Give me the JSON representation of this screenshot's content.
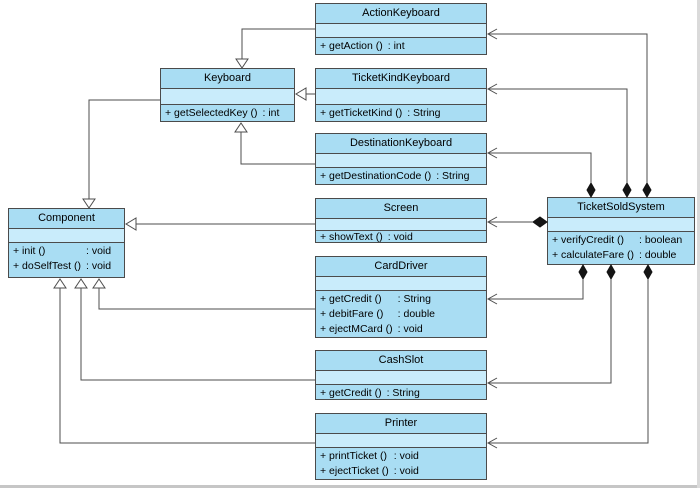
{
  "diagram": {
    "background": "#ffffff",
    "box_border_color": "#4b4b4b",
    "title_fill": "#a9ddf3",
    "attrs_fill": "#c9ecfb",
    "line_color": "#4d4d4d",
    "composition_diamond_color": "#141414"
  },
  "classes": [
    {
      "name": "ActionKeyboard",
      "methods": [
        {
          "name": "+ getAction ()",
          "type": ": int"
        }
      ]
    },
    {
      "name": "Keyboard",
      "methods": [
        {
          "name": "+ getSelectedKey ()",
          "type": ": int"
        }
      ]
    },
    {
      "name": "TicketKindKeyboard",
      "methods": [
        {
          "name": "+ getTicketKind ()",
          "type": ": String"
        }
      ]
    },
    {
      "name": "DestinationKeyboard",
      "methods": [
        {
          "name": "+ getDestinationCode ()",
          "type": ": String"
        }
      ]
    },
    {
      "name": "Component",
      "methods": [
        {
          "name": "+ init ()",
          "type": ": void"
        },
        {
          "name": "+ doSelfTest ()",
          "type": ": void"
        }
      ]
    },
    {
      "name": "Screen",
      "methods": [
        {
          "name": "+ showText ()",
          "type": ": void"
        }
      ]
    },
    {
      "name": "TicketSoldSystem",
      "methods": [
        {
          "name": "+ verifyCredit ()",
          "type": ": boolean"
        },
        {
          "name": "+ calculateFare ()",
          "type": ": double"
        }
      ]
    },
    {
      "name": "CardDriver",
      "methods": [
        {
          "name": "+ getCredit ()",
          "type": ": String"
        },
        {
          "name": "+ debitFare ()",
          "type": ": double"
        },
        {
          "name": "+ ejectMCard ()",
          "type": ": void"
        }
      ]
    },
    {
      "name": "CashSlot",
      "methods": [
        {
          "name": "+ getCredit ()",
          "type": ": String"
        }
      ]
    },
    {
      "name": "Printer",
      "methods": [
        {
          "name": "+ printTicket ()",
          "type": ": void"
        },
        {
          "name": "+ ejectTicket ()",
          "type": ": void"
        }
      ]
    }
  ],
  "relationships": [
    {
      "type": "generalization",
      "from": "ActionKeyboard",
      "to": "Keyboard"
    },
    {
      "type": "generalization",
      "from": "TicketKindKeyboard",
      "to": "Keyboard"
    },
    {
      "type": "generalization",
      "from": "DestinationKeyboard",
      "to": "Keyboard"
    },
    {
      "type": "generalization",
      "from": "Keyboard",
      "to": "Component"
    },
    {
      "type": "generalization",
      "from": "Screen",
      "to": "Component"
    },
    {
      "type": "generalization",
      "from": "CardDriver",
      "to": "Component"
    },
    {
      "type": "generalization",
      "from": "CashSlot",
      "to": "Component"
    },
    {
      "type": "generalization",
      "from": "Printer",
      "to": "Component"
    },
    {
      "type": "composition",
      "from": "TicketSoldSystem",
      "to": "ActionKeyboard"
    },
    {
      "type": "composition",
      "from": "TicketSoldSystem",
      "to": "TicketKindKeyboard"
    },
    {
      "type": "composition",
      "from": "TicketSoldSystem",
      "to": "DestinationKeyboard"
    },
    {
      "type": "composition",
      "from": "TicketSoldSystem",
      "to": "Screen"
    },
    {
      "type": "composition",
      "from": "TicketSoldSystem",
      "to": "CardDriver"
    },
    {
      "type": "composition",
      "from": "TicketSoldSystem",
      "to": "CashSlot"
    },
    {
      "type": "composition",
      "from": "TicketSoldSystem",
      "to": "Printer"
    }
  ]
}
